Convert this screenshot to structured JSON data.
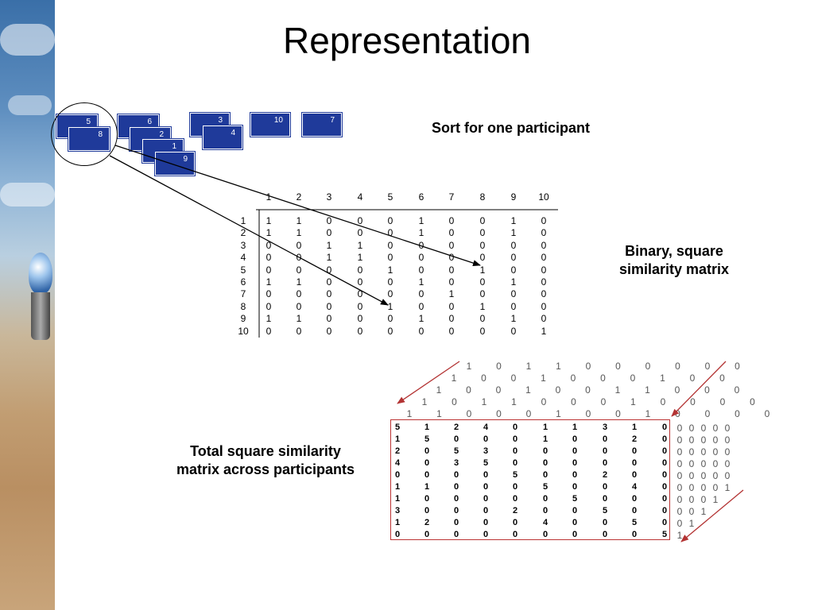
{
  "slide": {
    "title": "Representation",
    "label_sort": "Sort for one participant",
    "label_binary": "Binary, square similarity matrix",
    "label_total": "Total square similarity matrix across participants"
  },
  "cards": [
    "5",
    "8",
    "6",
    "2",
    "1",
    "9",
    "3",
    "4",
    "10",
    "7"
  ],
  "binary_matrix": {
    "headers": [
      "1",
      "2",
      "3",
      "4",
      "5",
      "6",
      "7",
      "8",
      "9",
      "10"
    ],
    "rows": [
      [
        "1",
        "1",
        "1",
        "0",
        "0",
        "0",
        "1",
        "0",
        "0",
        "1",
        "0"
      ],
      [
        "2",
        "1",
        "1",
        "0",
        "0",
        "0",
        "1",
        "0",
        "0",
        "1",
        "0"
      ],
      [
        "3",
        "0",
        "0",
        "1",
        "1",
        "0",
        "0",
        "0",
        "0",
        "0",
        "0"
      ],
      [
        "4",
        "0",
        "0",
        "1",
        "1",
        "0",
        "0",
        "0",
        "0",
        "0",
        "0"
      ],
      [
        "5",
        "0",
        "0",
        "0",
        "0",
        "1",
        "0",
        "0",
        "1",
        "0",
        "0"
      ],
      [
        "6",
        "1",
        "1",
        "0",
        "0",
        "0",
        "1",
        "0",
        "0",
        "1",
        "0"
      ],
      [
        "7",
        "0",
        "0",
        "0",
        "0",
        "0",
        "0",
        "1",
        "0",
        "0",
        "0"
      ],
      [
        "8",
        "0",
        "0",
        "0",
        "0",
        "1",
        "0",
        "0",
        "1",
        "0",
        "0"
      ],
      [
        "9",
        "1",
        "1",
        "0",
        "0",
        "0",
        "1",
        "0",
        "0",
        "1",
        "0"
      ],
      [
        "10",
        "0",
        "0",
        "0",
        "0",
        "0",
        "0",
        "0",
        "0",
        "0",
        "1"
      ]
    ]
  },
  "stacked_rows": [
    [
      "1",
      "0",
      "1",
      "1",
      "0",
      "0",
      "0",
      "0",
      "0",
      "0"
    ],
    [
      "1",
      "0",
      "0",
      "1",
      "0",
      "0",
      "0",
      "1",
      "0",
      "0"
    ],
    [
      "1",
      "0",
      "0",
      "1",
      "0",
      "0",
      "1",
      "1",
      "0",
      "0",
      "0"
    ],
    [
      "1",
      "0",
      "1",
      "1",
      "0",
      "0",
      "0",
      "1",
      "0",
      "0",
      "0",
      "0"
    ],
    [
      "1",
      "1",
      "0",
      "0",
      "0",
      "1",
      "0",
      "0",
      "1",
      "0",
      "0",
      "0",
      "0"
    ]
  ],
  "total_matrix": [
    [
      "5",
      "1",
      "2",
      "4",
      "0",
      "1",
      "1",
      "3",
      "1",
      "0"
    ],
    [
      "1",
      "5",
      "0",
      "0",
      "0",
      "1",
      "0",
      "0",
      "2",
      "0"
    ],
    [
      "2",
      "0",
      "5",
      "3",
      "0",
      "0",
      "0",
      "0",
      "0",
      "0"
    ],
    [
      "4",
      "0",
      "3",
      "5",
      "0",
      "0",
      "0",
      "0",
      "0",
      "0"
    ],
    [
      "0",
      "0",
      "0",
      "0",
      "5",
      "0",
      "0",
      "2",
      "0",
      "0"
    ],
    [
      "1",
      "1",
      "0",
      "0",
      "0",
      "5",
      "0",
      "0",
      "4",
      "0"
    ],
    [
      "1",
      "0",
      "0",
      "0",
      "0",
      "0",
      "5",
      "0",
      "0",
      "0"
    ],
    [
      "3",
      "0",
      "0",
      "0",
      "2",
      "0",
      "0",
      "5",
      "0",
      "0"
    ],
    [
      "1",
      "2",
      "0",
      "0",
      "0",
      "4",
      "0",
      "0",
      "5",
      "0"
    ],
    [
      "0",
      "0",
      "0",
      "0",
      "0",
      "0",
      "0",
      "0",
      "0",
      "5"
    ]
  ],
  "side_columns": [
    [
      "0",
      "0",
      "0",
      "0",
      "0"
    ],
    [
      "0",
      "0",
      "0",
      "0",
      "0"
    ],
    [
      "0",
      "0",
      "0",
      "0",
      "0"
    ],
    [
      "0",
      "0",
      "0",
      "0",
      "0"
    ],
    [
      "0",
      "0",
      "0",
      "0",
      "0"
    ],
    [
      "0",
      "0",
      "0",
      "0",
      "1"
    ],
    [
      "0",
      "0",
      "0",
      "1"
    ],
    [
      "0",
      "0",
      "1"
    ],
    [
      "0",
      "1"
    ],
    [
      "1"
    ]
  ],
  "colors": {
    "card": "#1f3a9a",
    "arrow": "#b33333",
    "text": "#000000"
  }
}
